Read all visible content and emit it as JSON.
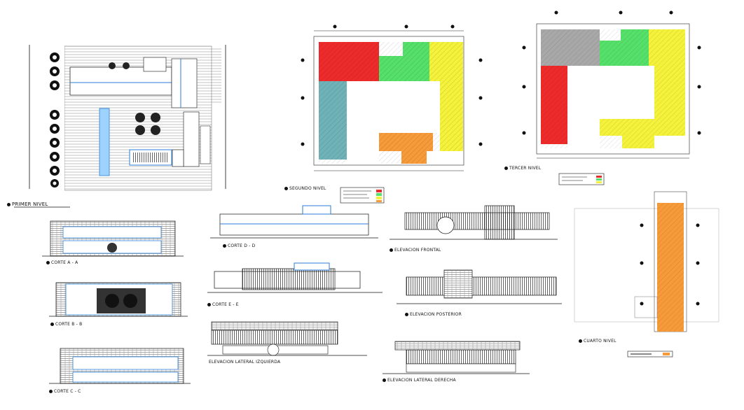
{
  "colors": {
    "red": "#ee2b2b",
    "green": "#55e06a",
    "yellow": "#f4f23a",
    "teal": "#6fb3b8",
    "orange": "#f79a3a",
    "gray": "#a8a8a8",
    "blue": "#2b7fd6",
    "line": "#111111"
  },
  "labels": {
    "primer_nivel": "PRIMER NIVEL",
    "segundo_nivel": "SEGUNDO NIVEL",
    "tercer_nivel": "TERCER NIVEL",
    "cuarto_nivel": "CUARTO NIVEL",
    "corte_aa": "CORTE A - A",
    "corte_bb": "CORTE B - B",
    "corte_cc": "CORTE C - C",
    "corte_dd": "CORTE D - D",
    "corte_ee": "CORTE E - E",
    "elev_frontal": "ELEVACION FRONTAL",
    "elev_posterior": "ELEVACION POSTERIOR",
    "elev_izq": "ELEVACION LATERAL IZQUIERDA",
    "elev_der": "ELEVACION LATERAL DERECHA"
  },
  "icons": {
    "tree": "tree-icon",
    "grid_marker": "grid-axis-marker-icon"
  }
}
